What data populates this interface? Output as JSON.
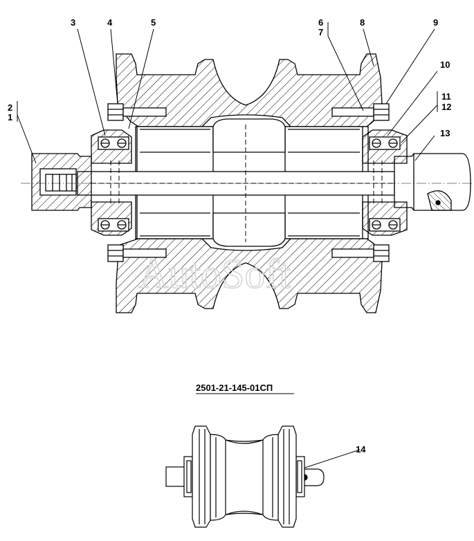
{
  "callouts": [
    {
      "id": "c1",
      "text": "1"
    },
    {
      "id": "c2",
      "text": "2"
    },
    {
      "id": "c3",
      "text": "3"
    },
    {
      "id": "c4",
      "text": "4"
    },
    {
      "id": "c5",
      "text": "5"
    },
    {
      "id": "c6",
      "text": "6"
    },
    {
      "id": "c7",
      "text": "7"
    },
    {
      "id": "c8",
      "text": "8"
    },
    {
      "id": "c9",
      "text": "9"
    },
    {
      "id": "c10",
      "text": "10"
    },
    {
      "id": "c11",
      "text": "11"
    },
    {
      "id": "c12",
      "text": "12"
    },
    {
      "id": "c13",
      "text": "13"
    },
    {
      "id": "c14",
      "text": "14"
    }
  ],
  "caption": "2501-21-145-01СП",
  "watermark": "AutoSoft",
  "colors": {
    "line": "#000000",
    "hatch": "#000000",
    "background": "#ffffff",
    "watermark": "#d6d6d6"
  }
}
